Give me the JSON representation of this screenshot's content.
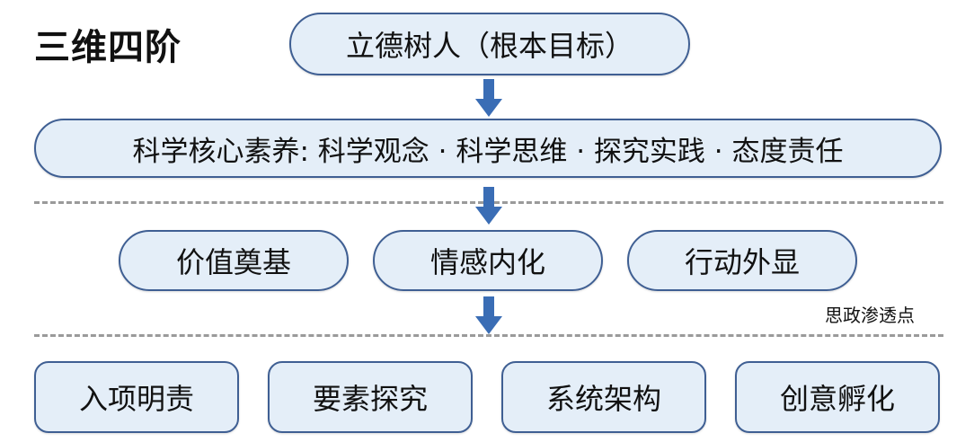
{
  "title": "三维四阶",
  "goal": "立德树人（根本目标）",
  "core_literacy": "科学核心素养: 科学观念 · 科学思维 · 探究实践 · 态度责任",
  "ideology_points": [
    "价值奠基",
    "情感内化",
    "行动外显"
  ],
  "ideology_label": "思政渗透点",
  "stages": [
    "入项明责",
    "要素探究",
    "系统架构",
    "创意孵化"
  ],
  "colors": {
    "fill": "#e4eef8",
    "border": "#3f5f93",
    "arrow": "#3a6db5",
    "dash": "#9a9a9a"
  }
}
